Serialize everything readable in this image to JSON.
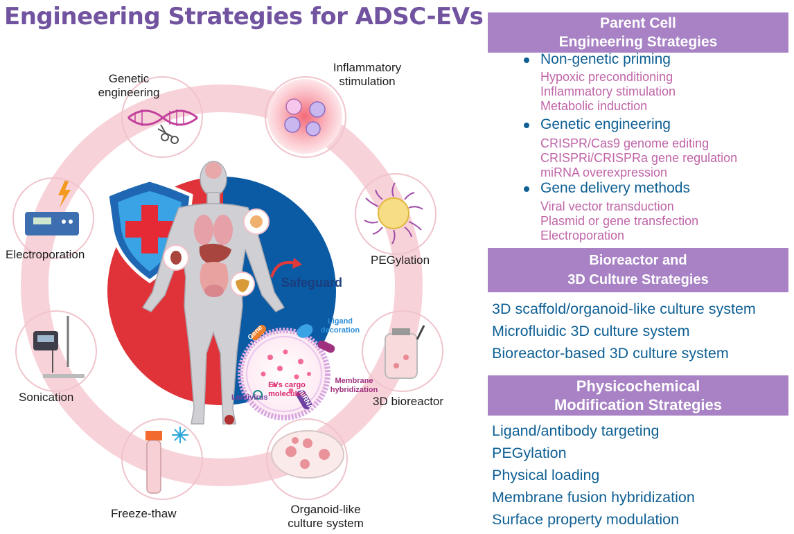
{
  "title": "Engineering Strategies for ADSC-EVs",
  "diagram": {
    "nodes": {
      "genetic_engineering": "Genetic engineering",
      "inflammatory_stimulation": "Inflammatory stimulation",
      "electroporation": "Electroporation",
      "pegylation": "PEGylation",
      "sonication": "Sonication",
      "bioreactor": "3D bioreactor",
      "freeze_thaw": "Freeze-thaw",
      "organoid": "Organoid-like culture system"
    },
    "center": {
      "safeguard": "Safeguard",
      "ligand_decoration": "Ligand decoration",
      "ev_cargo": "EVs cargo molecules",
      "membrane_hybridization": "Membrane hybridization",
      "gene": "Gene",
      "lentivirus": "Lentivirus",
      "mirna": "miRNA"
    },
    "colors": {
      "ring": "#f7d2d8",
      "left_half": "#df3339",
      "right_half": "#0b5aa4"
    }
  },
  "panels": {
    "parent": {
      "heading_1": "Parent Cell",
      "heading_2": "Engineering Strategies",
      "groups": [
        {
          "title": "Non-genetic priming",
          "items": [
            "Hypoxic preconditioning",
            "Inflammatory stimulation",
            "Metabolic induction"
          ]
        },
        {
          "title": "Genetic engineering",
          "items": [
            "CRISPR/Cas9 genome editing",
            "CRISPRi/CRISPRa gene regulation",
            "miRNA overexpression"
          ]
        },
        {
          "title": "Gene delivery methods",
          "items": [
            "Viral vector transduction",
            "Plasmid or gene transfection",
            "Electroporation"
          ]
        }
      ]
    },
    "bioreactor": {
      "heading_1": "Bioreactor and",
      "heading_2": "3D Culture Strategies",
      "items": [
        "3D scaffold/organoid-like culture system",
        "Microfluidic 3D culture system",
        "Bioreactor-based 3D culture system"
      ]
    },
    "physico": {
      "heading_1": "Physicochemical",
      "heading_2": "Modification Strategies",
      "items": [
        "Ligand/antibody targeting",
        "PEGylation",
        "Physical loading",
        "Membrane fusion hybridization",
        "Surface property modulation"
      ]
    },
    "colors": {
      "header_bg": "#a882c4",
      "bullet_text": "#0e5f94",
      "sub_text": "#c064a8"
    }
  }
}
